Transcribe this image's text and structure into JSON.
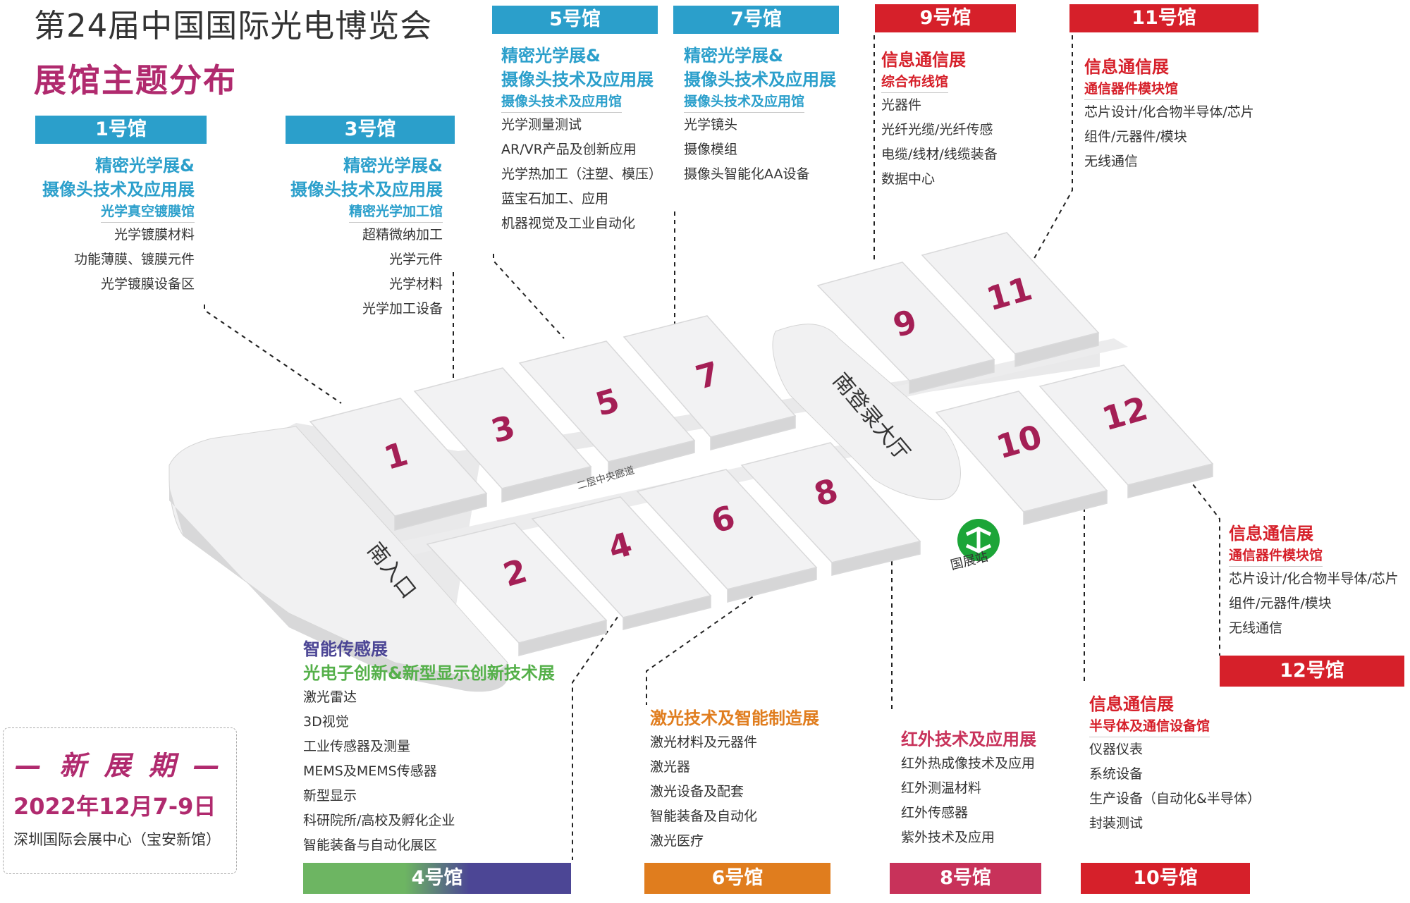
{
  "header": {
    "title": "第24届中国国际光电博览会",
    "subtitle": "展馆主题分布"
  },
  "event": {
    "heading": "— 新 展 期 —",
    "dates": "2022年12月7-9日",
    "venue": "深圳国际会展中心（宝安新馆）"
  },
  "halls": {
    "h1": {
      "label": "1号馆",
      "exhibition": [
        "精密光学展&",
        "摄像头技术及应用展"
      ],
      "pavilion": "光学真空镀膜馆",
      "items": [
        "光学镀膜材料",
        "功能薄膜、镀膜元件",
        "光学镀膜设备区"
      ]
    },
    "h3": {
      "label": "3号馆",
      "exhibition": [
        "精密光学展&",
        "摄像头技术及应用展"
      ],
      "pavilion": "精密光学加工馆",
      "items": [
        "超精微纳加工",
        "光学元件",
        "光学材料",
        "光学加工设备"
      ]
    },
    "h5": {
      "label": "5号馆",
      "exhibition": [
        "精密光学展&",
        "摄像头技术及应用展"
      ],
      "pavilion": "摄像头技术及应用馆",
      "items": [
        "光学测量测试",
        "AR/VR产品及创新应用",
        "光学热加工（注塑、模压）",
        "蓝宝石加工、应用",
        "机器视觉及工业自动化"
      ]
    },
    "h7": {
      "label": "7号馆",
      "exhibition": [
        "精密光学展&",
        "摄像头技术及应用展"
      ],
      "pavilion": "摄像头技术及应用馆",
      "items": [
        "光学镜头",
        "摄像模组",
        "摄像头智能化AA设备"
      ]
    },
    "h9": {
      "label": "9号馆",
      "exhibition": "信息通信展",
      "pavilion": "综合布线馆",
      "items": [
        "光器件",
        "光纤光缆/光纤传感",
        "电缆/线材/线缆装备",
        "数据中心"
      ]
    },
    "h11": {
      "label": "11号馆",
      "exhibition": "信息通信展",
      "pavilion": "通信器件模块馆",
      "items": [
        "芯片设计/化合物半导体/芯片",
        "组件/元器件/模块",
        "无线通信"
      ]
    },
    "h12": {
      "label": "12号馆",
      "exhibition": "信息通信展",
      "pavilion": "通信器件模块馆",
      "items": [
        "芯片设计/化合物半导体/芯片",
        "组件/元器件/模块",
        "无线通信"
      ]
    },
    "h10": {
      "label": "10号馆",
      "exhibition": "信息通信展",
      "pavilion": "半导体及通信设备馆",
      "items": [
        "仪器仪表",
        "系统设备",
        "生产设备（自动化&半导体）",
        "封装测试"
      ]
    },
    "h8": {
      "label": "8号馆",
      "exhibition": "红外技术及应用展",
      "items": [
        "红外热成像技术及应用",
        "红外测温材料",
        "红外传感器",
        "紫外技术及应用"
      ]
    },
    "h6": {
      "label": "6号馆",
      "exhibition": "激光技术及智能制造展",
      "items": [
        "激光材料及元器件",
        "激光器",
        "激光设备及配套",
        "智能装备及自动化",
        "激光医疗"
      ]
    },
    "h4": {
      "label": "4号馆",
      "exhibition": [
        "智能传感展",
        "光电子创新&新型显示创新技术展"
      ],
      "items": [
        "激光雷达",
        "3D视觉",
        "工业传感器及测量",
        "MEMS及MEMS传感器",
        "新型显示",
        "科研院所/高校及孵化企业",
        "智能装备与自动化展区"
      ]
    }
  },
  "map": {
    "hall_numbers": [
      "1",
      "2",
      "3",
      "4",
      "5",
      "6",
      "7",
      "8",
      "9",
      "10",
      "11",
      "12"
    ],
    "south_entrance": "南入口",
    "central_corridor": "二层中央廊道",
    "south_hall": "南登录大厅",
    "metro_station": "国展站"
  },
  "colors": {
    "blue": "#2b9fcb",
    "red": "#d6202a",
    "magenta": "#b02a6e",
    "hall8": "#c8325a",
    "hall6": "#e07d1e",
    "hall4_left": "#6db562",
    "hall4_right": "#4c4695"
  }
}
